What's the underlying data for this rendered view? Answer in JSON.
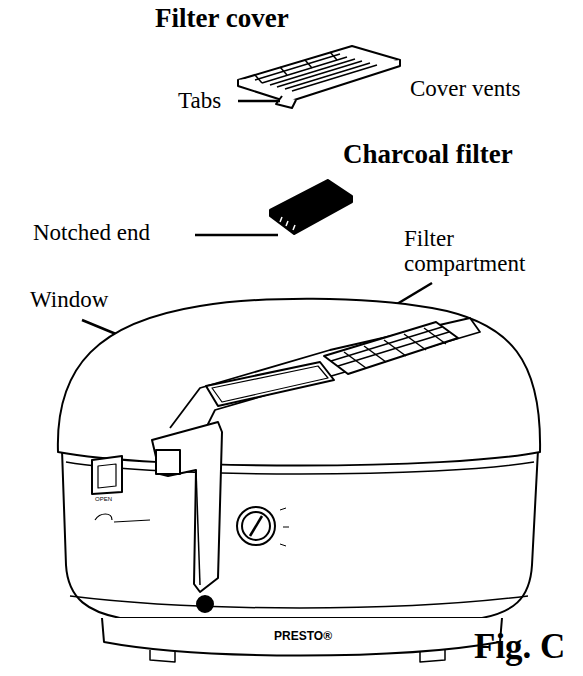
{
  "diagram": {
    "caption": "Fig. C",
    "labels": [
      "Filter cover",
      "Tabs",
      "Cover vents",
      "Charcoal filter",
      "Notched end",
      "Filter compartment",
      "Window",
      "OPEN",
      "PRESTO®"
    ]
  }
}
